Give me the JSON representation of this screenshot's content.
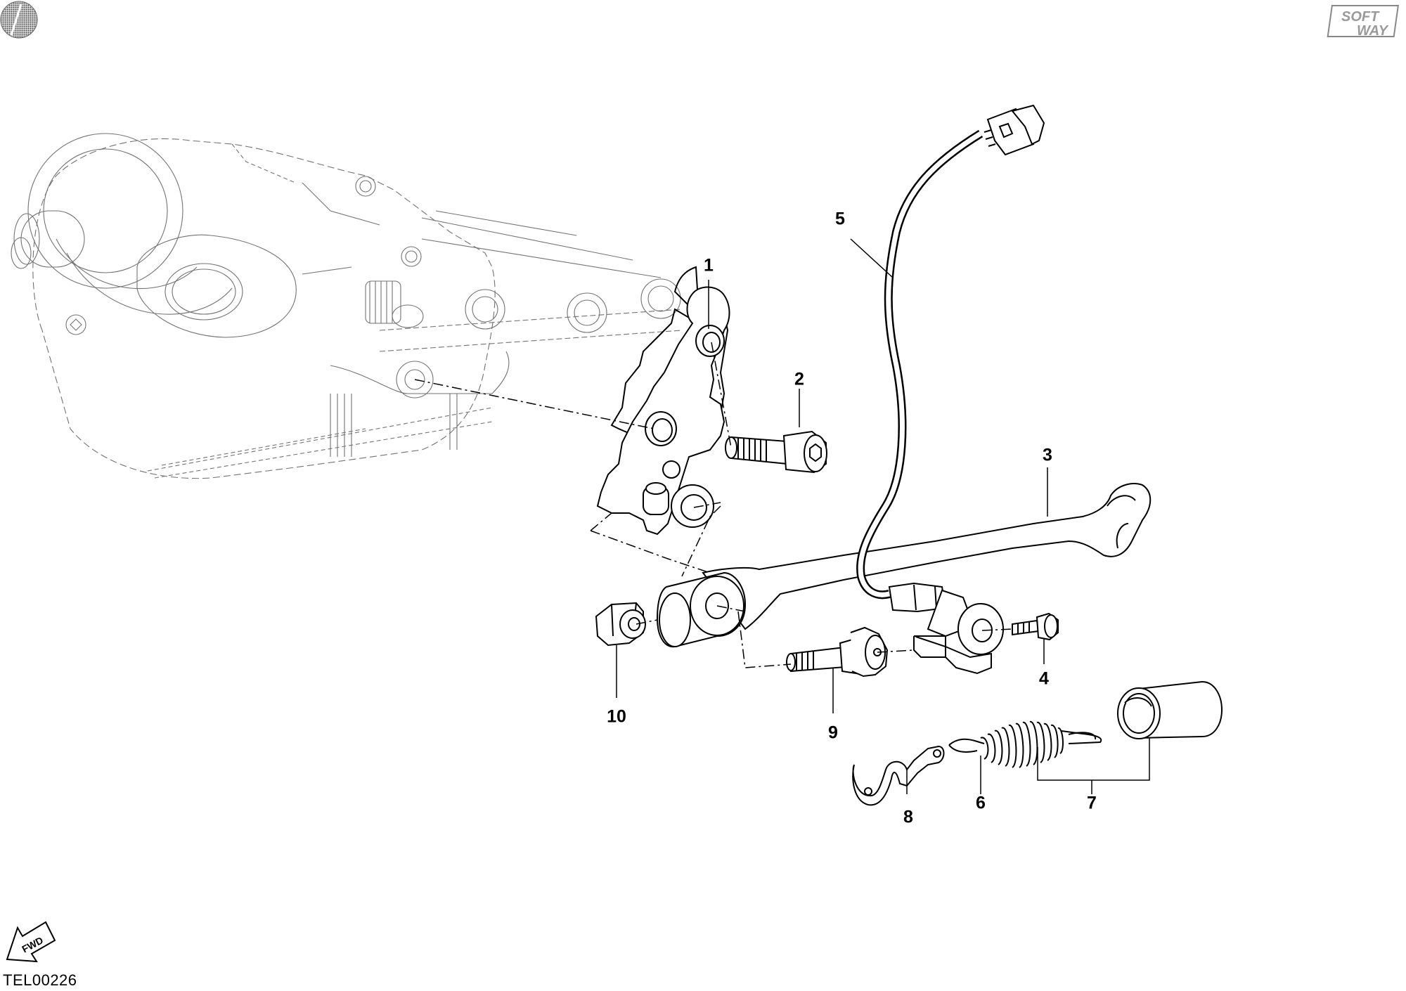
{
  "drawing": {
    "code": "TEL00226",
    "fwd_label": "FWD",
    "logo": {
      "line1": "SOFT",
      "line2": "WAY"
    }
  },
  "callouts": [
    "1",
    "2",
    "3",
    "4",
    "5",
    "6",
    "7",
    "8",
    "9",
    "10"
  ],
  "colors": {
    "line": "#000000",
    "background": "#ffffff",
    "logo_disc": "#8a8a8a"
  },
  "icons": [
    "logo-disc-icon",
    "softway-logo-icon",
    "fwd-arrow-icon"
  ]
}
